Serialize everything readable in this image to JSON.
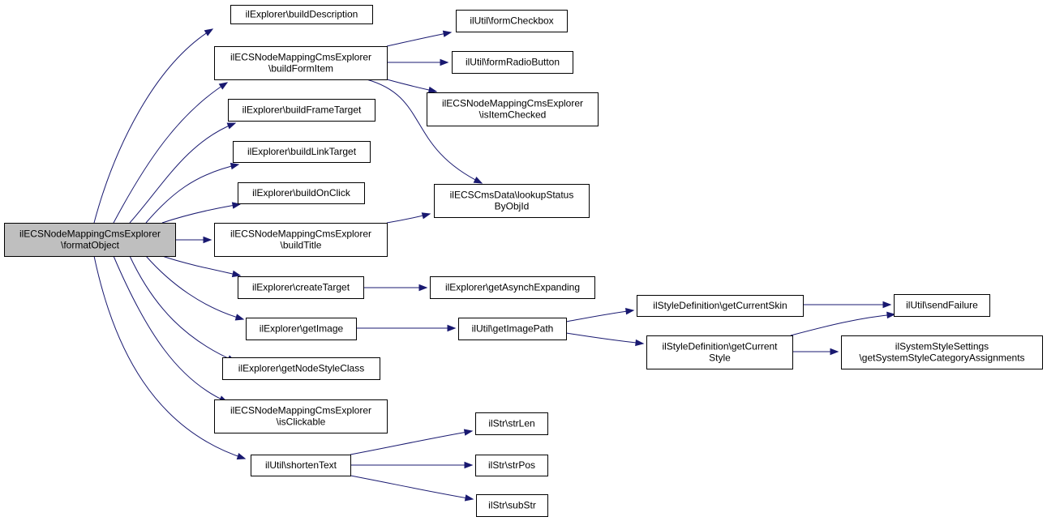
{
  "graph": {
    "nodes": [
      {
        "id": "root",
        "lines": [
          "ilECSNodeMappingCmsExplorer",
          "\\formatObject"
        ],
        "root": true
      },
      {
        "id": "buildDescription",
        "lines": [
          "ilExplorer\\buildDescription"
        ]
      },
      {
        "id": "buildFormItem",
        "lines": [
          "ilECSNodeMappingCmsExplorer",
          "\\buildFormItem"
        ]
      },
      {
        "id": "buildFrameTarget",
        "lines": [
          "ilExplorer\\buildFrameTarget"
        ]
      },
      {
        "id": "buildLinkTarget",
        "lines": [
          "ilExplorer\\buildLinkTarget"
        ]
      },
      {
        "id": "buildOnClick",
        "lines": [
          "ilExplorer\\buildOnClick"
        ]
      },
      {
        "id": "buildTitle",
        "lines": [
          "ilECSNodeMappingCmsExplorer",
          "\\buildTitle"
        ]
      },
      {
        "id": "createTarget",
        "lines": [
          "ilExplorer\\createTarget"
        ]
      },
      {
        "id": "getImage",
        "lines": [
          "ilExplorer\\getImage"
        ]
      },
      {
        "id": "getNodeStyleClass",
        "lines": [
          "ilExplorer\\getNodeStyleClass"
        ]
      },
      {
        "id": "isClickable",
        "lines": [
          "ilECSNodeMappingCmsExplorer",
          "\\isClickable"
        ]
      },
      {
        "id": "shortenText",
        "lines": [
          "ilUtil\\shortenText"
        ]
      },
      {
        "id": "formCheckbox",
        "lines": [
          "ilUtil\\formCheckbox"
        ]
      },
      {
        "id": "formRadioButton",
        "lines": [
          "ilUtil\\formRadioButton"
        ]
      },
      {
        "id": "isItemChecked",
        "lines": [
          "ilECSNodeMappingCmsExplorer",
          "\\isItemChecked"
        ]
      },
      {
        "id": "lookupStatus",
        "lines": [
          "ilECSCmsData\\lookupStatus",
          "ByObjId"
        ]
      },
      {
        "id": "getAsynchExpanding",
        "lines": [
          "ilExplorer\\getAsynchExpanding"
        ]
      },
      {
        "id": "getImagePath",
        "lines": [
          "ilUtil\\getImagePath"
        ]
      },
      {
        "id": "strLen",
        "lines": [
          "ilStr\\strLen"
        ]
      },
      {
        "id": "strPos",
        "lines": [
          "ilStr\\strPos"
        ]
      },
      {
        "id": "subStr",
        "lines": [
          "ilStr\\subStr"
        ]
      },
      {
        "id": "getCurrentSkin",
        "lines": [
          "ilStyleDefinition\\getCurrentSkin"
        ]
      },
      {
        "id": "getCurrentStyle",
        "lines": [
          "ilStyleDefinition\\getCurrent",
          "Style"
        ]
      },
      {
        "id": "sendFailure",
        "lines": [
          "ilUtil\\sendFailure"
        ]
      },
      {
        "id": "getSystemStyle",
        "lines": [
          "ilSystemStyleSettings",
          "\\getSystemStyleCategoryAssignments"
        ]
      }
    ],
    "edges": [
      {
        "from": "root",
        "to": "buildDescription"
      },
      {
        "from": "root",
        "to": "buildFormItem"
      },
      {
        "from": "root",
        "to": "buildFrameTarget"
      },
      {
        "from": "root",
        "to": "buildLinkTarget"
      },
      {
        "from": "root",
        "to": "buildOnClick"
      },
      {
        "from": "root",
        "to": "buildTitle"
      },
      {
        "from": "root",
        "to": "createTarget"
      },
      {
        "from": "root",
        "to": "getImage"
      },
      {
        "from": "root",
        "to": "getNodeStyleClass"
      },
      {
        "from": "root",
        "to": "isClickable"
      },
      {
        "from": "root",
        "to": "shortenText"
      },
      {
        "from": "buildFormItem",
        "to": "formCheckbox"
      },
      {
        "from": "buildFormItem",
        "to": "formRadioButton"
      },
      {
        "from": "buildFormItem",
        "to": "isItemChecked"
      },
      {
        "from": "buildFormItem",
        "to": "lookupStatus"
      },
      {
        "from": "buildTitle",
        "to": "lookupStatus"
      },
      {
        "from": "createTarget",
        "to": "getAsynchExpanding"
      },
      {
        "from": "getImage",
        "to": "getImagePath"
      },
      {
        "from": "getImagePath",
        "to": "getCurrentSkin"
      },
      {
        "from": "getImagePath",
        "to": "getCurrentStyle"
      },
      {
        "from": "getCurrentSkin",
        "to": "sendFailure"
      },
      {
        "from": "getCurrentStyle",
        "to": "sendFailure"
      },
      {
        "from": "getCurrentStyle",
        "to": "getSystemStyle"
      },
      {
        "from": "shortenText",
        "to": "strLen"
      },
      {
        "from": "shortenText",
        "to": "strPos"
      },
      {
        "from": "shortenText",
        "to": "subStr"
      }
    ],
    "colors": {
      "edge": "#191970",
      "root_fill": "#bfbfbf",
      "node_fill": "#ffffff",
      "border": "#000000"
    }
  }
}
